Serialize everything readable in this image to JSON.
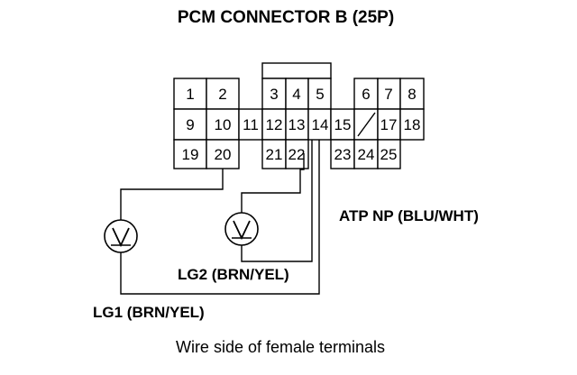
{
  "title": "PCM CONNECTOR B (25P)",
  "pins": [
    "1",
    "2",
    "3",
    "4",
    "5",
    "6",
    "7",
    "8",
    "9",
    "10",
    "11",
    "12",
    "13",
    "14",
    "15",
    "17",
    "18",
    "19",
    "20",
    "21",
    "22",
    "23",
    "24",
    "25"
  ],
  "labels": {
    "atp_np": "ATP NP (BLU/WHT)",
    "lg2": "LG2 (BRN/YEL)",
    "lg1": "LG1 (BRN/YEL)"
  },
  "caption": "Wire side of female terminals",
  "meter_icon": "voltmeter-icon",
  "colors": {
    "line": "#000000",
    "background": "#ffffff"
  }
}
